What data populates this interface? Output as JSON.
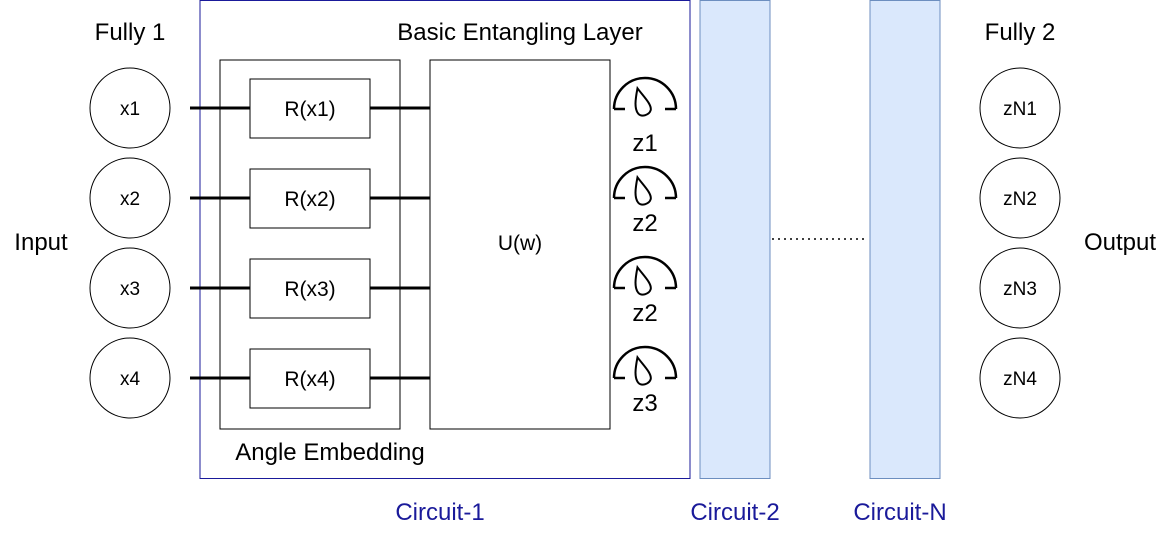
{
  "input_label": "Input",
  "output_label": "Output",
  "fully1": {
    "title": "Fully 1",
    "nodes": [
      "x1",
      "x2",
      "x3",
      "x4"
    ]
  },
  "fully2": {
    "title": "Fully 2",
    "nodes": [
      "zN1",
      "zN2",
      "zN3",
      "zN4"
    ]
  },
  "circuit1": {
    "label": "Circuit-1",
    "layer_title": "Basic Entangling Layer",
    "embedding_title": "Angle Embedding",
    "rotation_gates": [
      "R(x1)",
      "R(x2)",
      "R(x3)",
      "R(x4)"
    ],
    "unitary_label": "U(w)",
    "measurements": [
      "z1",
      "z2",
      "z2",
      "z3"
    ]
  },
  "circuit2": {
    "label": "Circuit-2"
  },
  "circuitN": {
    "label": "Circuit-N"
  },
  "colors": {
    "circuit_border": "#1a1a9a",
    "circuit_label": "#1a1a9a",
    "circuit_fill": "#dae8fc",
    "circuit_fill_border": "#6c8ebf"
  }
}
